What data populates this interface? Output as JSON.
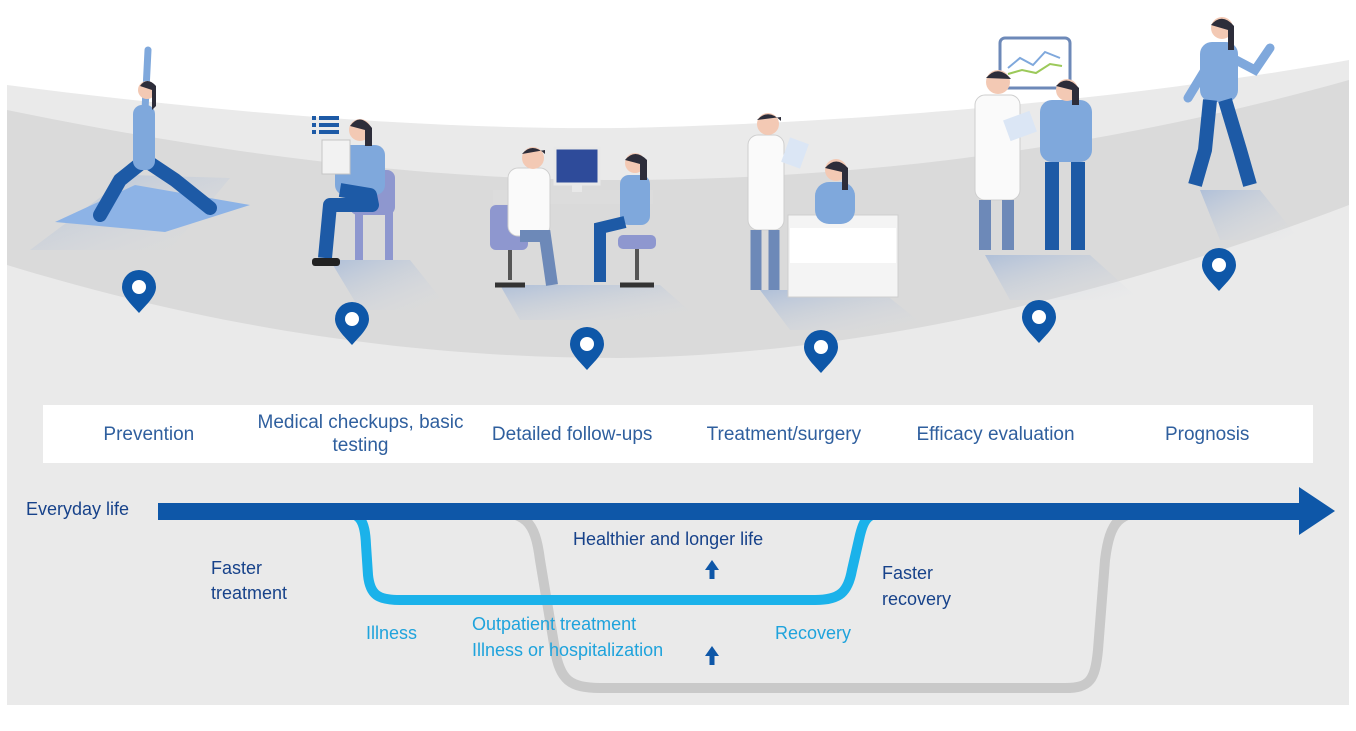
{
  "stages": [
    {
      "label": "Prevention"
    },
    {
      "label": "Medical checkups, basic testing"
    },
    {
      "label": "Detailed follow-ups"
    },
    {
      "label": "Treatment/surgery"
    },
    {
      "label": "Efficacy evaluation"
    },
    {
      "label": "Prognosis"
    }
  ],
  "flow": {
    "everyday_life": "Everyday life",
    "faster_treatment_1": "Faster",
    "faster_treatment_2": "treatment",
    "illness": "Illness",
    "healthier_longer_life": "Healthier and longer life",
    "outpatient_treatment": "Outpatient treatment",
    "illness_or_hospitalization": "Illness or hospitalization",
    "recovery": "Recovery",
    "faster_recovery_1": "Faster",
    "faster_recovery_2": "recovery"
  },
  "colors": {
    "navy": "#0e57a8",
    "cyan": "#1bb2ea",
    "gray_path": "#c9c9c9",
    "band": "#e4e4e4",
    "light_blue": "#7fa8dc"
  }
}
